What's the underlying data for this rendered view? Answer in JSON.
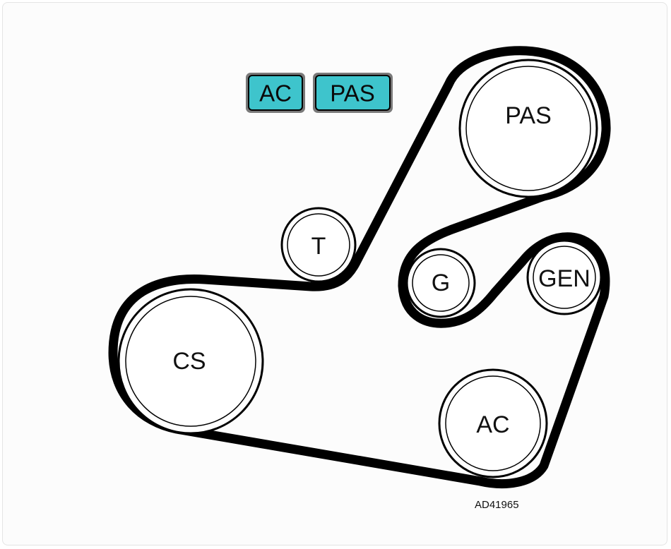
{
  "legend": {
    "ac_label": "AC",
    "pas_label": "PAS",
    "fill_color": "#3ec4cc"
  },
  "pulleys": {
    "pas": "PAS",
    "tensioner": "T",
    "idler": "G",
    "generator": "GEN",
    "crankshaft": "CS",
    "ac": "AC"
  },
  "diagram_code": "AD41965",
  "colors": {
    "belt": "#000000",
    "pulley_fill": "#ffffff",
    "background": "#fcfcfc"
  }
}
